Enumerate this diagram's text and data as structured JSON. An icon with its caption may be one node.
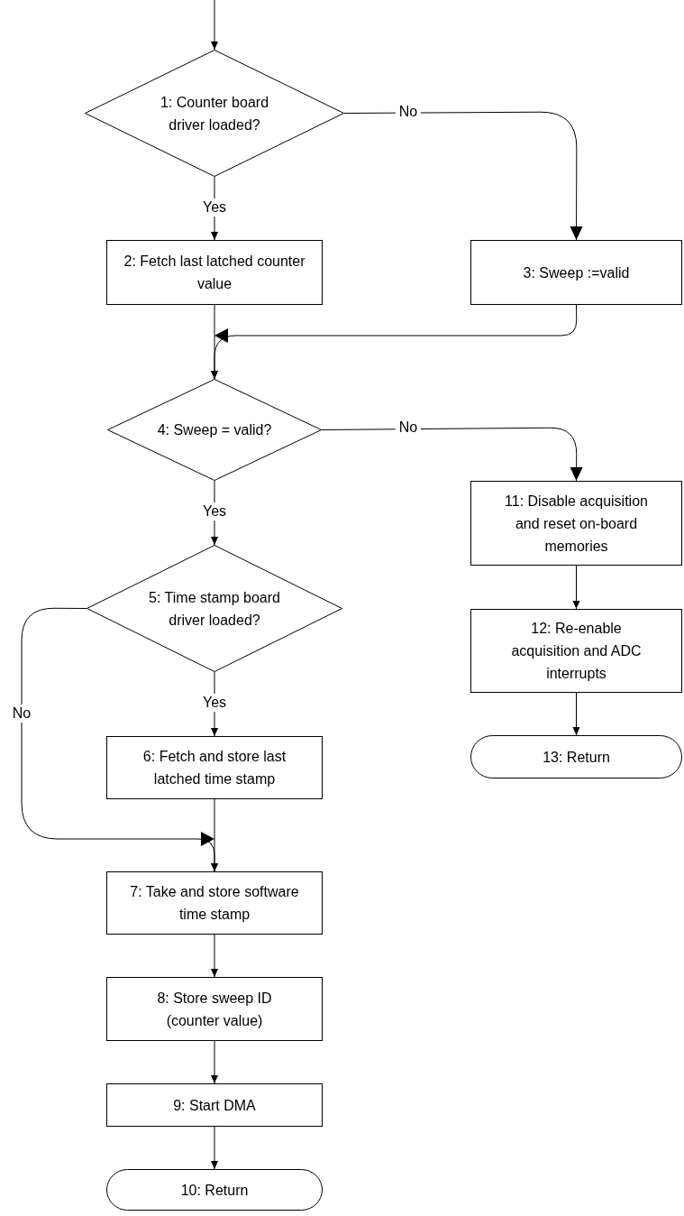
{
  "diagram": {
    "nodes": [
      {
        "text": [
          "1: Counter board driver loaded?"
        ]
      },
      {
        "text": [
          "2: Fetch last latched counter value"
        ]
      },
      {
        "text": [
          "3: Sweep :=valid"
        ]
      },
      {
        "text": [
          "4: Sweep = valid?"
        ]
      },
      {
        "text": [
          "5: Time stamp board driver loaded?"
        ]
      },
      {
        "text": [
          "6: Fetch and store last latched time stamp"
        ]
      },
      {
        "text": [
          "7: Take and store software time stamp"
        ]
      },
      {
        "text": [
          "8: Store sweep ID (counter value)"
        ]
      },
      {
        "text": [
          "9: Start DMA"
        ]
      },
      {
        "text": [
          "10: Return"
        ]
      },
      {
        "text": [
          "11: Disable acquisition and reset on-board memories"
        ]
      },
      {
        "text": [
          "12: Re-enable acquisition and ADC interrupts"
        ]
      },
      {
        "text": [
          "13: Return"
        ]
      }
    ],
    "edges": [
      {
        "from": null,
        "to": 0,
        "arrow": "to"
      },
      {
        "from": 0,
        "to": 1,
        "arrow": "to",
        "label": "Yes"
      },
      {
        "from": 0,
        "to": 2,
        "arrow": "to",
        "label": "No"
      },
      {
        "from": 1,
        "to": 3,
        "arrow": "to"
      },
      {
        "from": 2,
        "to": 3,
        "arrow": "to"
      },
      {
        "from": 3,
        "to": 10,
        "arrow": "to",
        "label": "No"
      },
      {
        "from": 3,
        "to": 4,
        "arrow": "to",
        "label": "Yes"
      },
      {
        "from": 4,
        "to": 5,
        "arrow": "to",
        "label": "Yes"
      },
      {
        "from": 4,
        "to": 6,
        "arrow": "to",
        "label": "No"
      },
      {
        "from": 5,
        "to": 6,
        "arrow": "to"
      },
      {
        "from": 6,
        "to": 7,
        "arrow": "to"
      },
      {
        "from": 7,
        "to": 8,
        "arrow": "to"
      },
      {
        "from": 8,
        "to": 9,
        "arrow": "to"
      },
      {
        "from": 10,
        "to": 11,
        "arrow": "to"
      },
      {
        "from": 11,
        "to": 12,
        "arrow": "to"
      }
    ]
  }
}
